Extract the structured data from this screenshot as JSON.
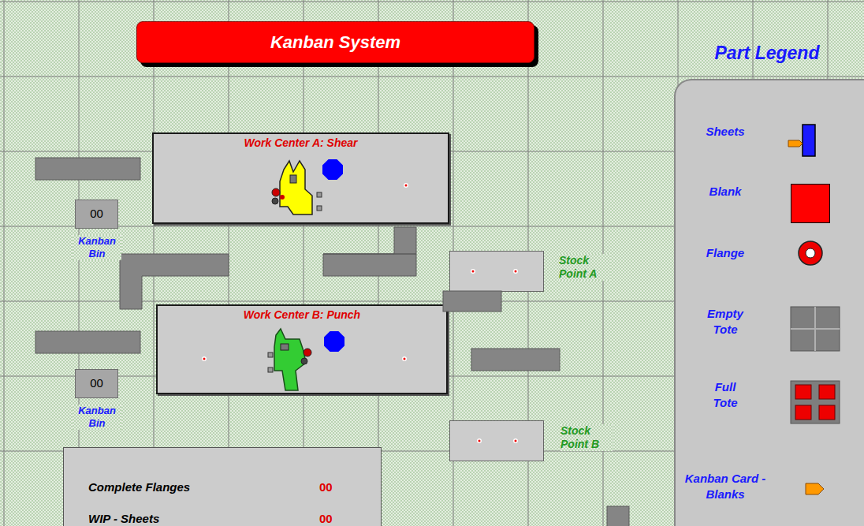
{
  "diagram": {
    "title": "Kanban System",
    "nodes": [
      {
        "text": [
          "Work Center A: Shear"
        ]
      },
      {
        "text": [
          "00",
          "Kanban Bin"
        ]
      },
      {
        "text": [
          "Stock Point A"
        ]
      },
      {
        "text": [
          "Work Center B: Punch"
        ]
      },
      {
        "text": [
          "00",
          "Kanban Bin"
        ]
      },
      {
        "text": [
          "Stock Point B"
        ]
      },
      {
        "text": [
          "Complete Flanges",
          "00",
          "WIP - Sheets",
          "00"
        ]
      }
    ],
    "labels": [
      "Part Legend"
    ],
    "legend": [
      {
        "text": "Sheets"
      },
      {
        "text": "Blank",
        "color": "#ff0000"
      },
      {
        "text": "Flange"
      },
      {
        "text": "Empty Tote"
      },
      {
        "text": "Full Tote"
      },
      {
        "text": "Kanban Card - Blanks"
      }
    ]
  }
}
